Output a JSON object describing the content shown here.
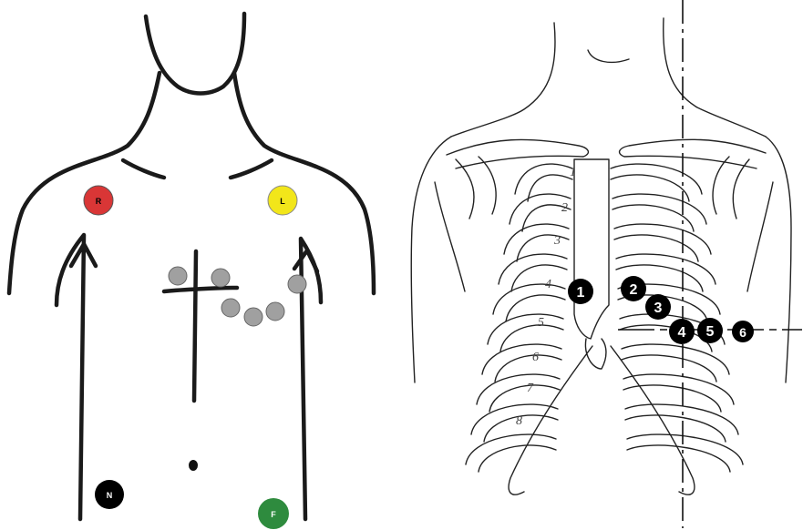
{
  "limb_leads": {
    "right_arm": {
      "label": "R",
      "color": "#d93636"
    },
    "left_arm": {
      "label": "L",
      "color": "#f2e61a"
    },
    "neutral": {
      "label": "N",
      "color": "#000000"
    },
    "foot": {
      "label": "F",
      "color": "#2e8b3e"
    }
  },
  "precordial_dot_color": "#a0a0a0",
  "chest_leads": {
    "color": "#000000",
    "labels": [
      "1",
      "2",
      "3",
      "4",
      "5",
      "6"
    ]
  },
  "rib_numbers": [
    "1",
    "2",
    "3",
    "4",
    "5",
    "6",
    "7",
    "8"
  ]
}
